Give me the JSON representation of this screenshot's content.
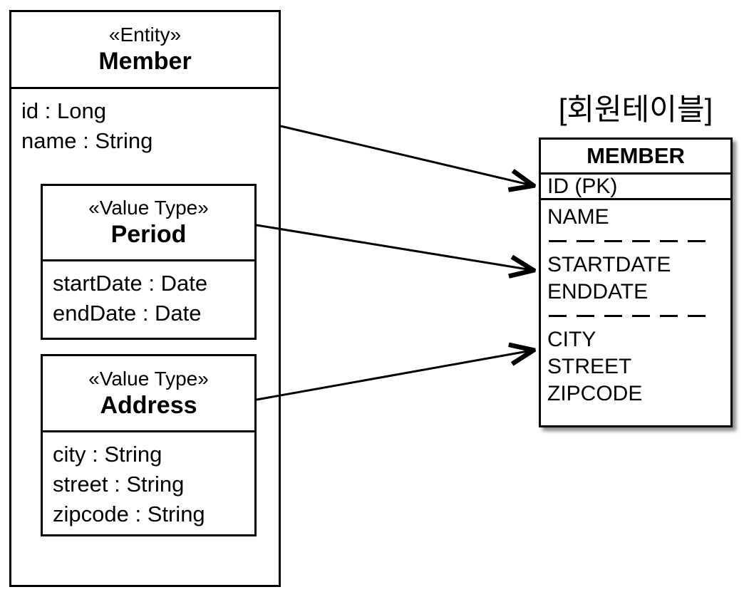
{
  "diagram": {
    "member_entity": {
      "stereotype": "«Entity»",
      "name": "Member",
      "fields": [
        "id : Long",
        "name : String"
      ]
    },
    "period_value_type": {
      "stereotype": "«Value Type»",
      "name": "Period",
      "fields": [
        "startDate : Date",
        "endDate : Date"
      ]
    },
    "address_value_type": {
      "stereotype": "«Value Type»",
      "name": "Address",
      "fields": [
        "city : String",
        "street : String",
        "zipcode : String"
      ]
    },
    "member_table": {
      "caption": "[회원테이블]",
      "name": "MEMBER",
      "primary_key": "ID (PK)",
      "group1": [
        "NAME"
      ],
      "group2": [
        "STARTDATE",
        "ENDDATE"
      ],
      "group3": [
        "CITY",
        "STREET",
        "ZIPCODE"
      ]
    },
    "colors": {
      "line": "#000000",
      "background": "#ffffff"
    }
  }
}
